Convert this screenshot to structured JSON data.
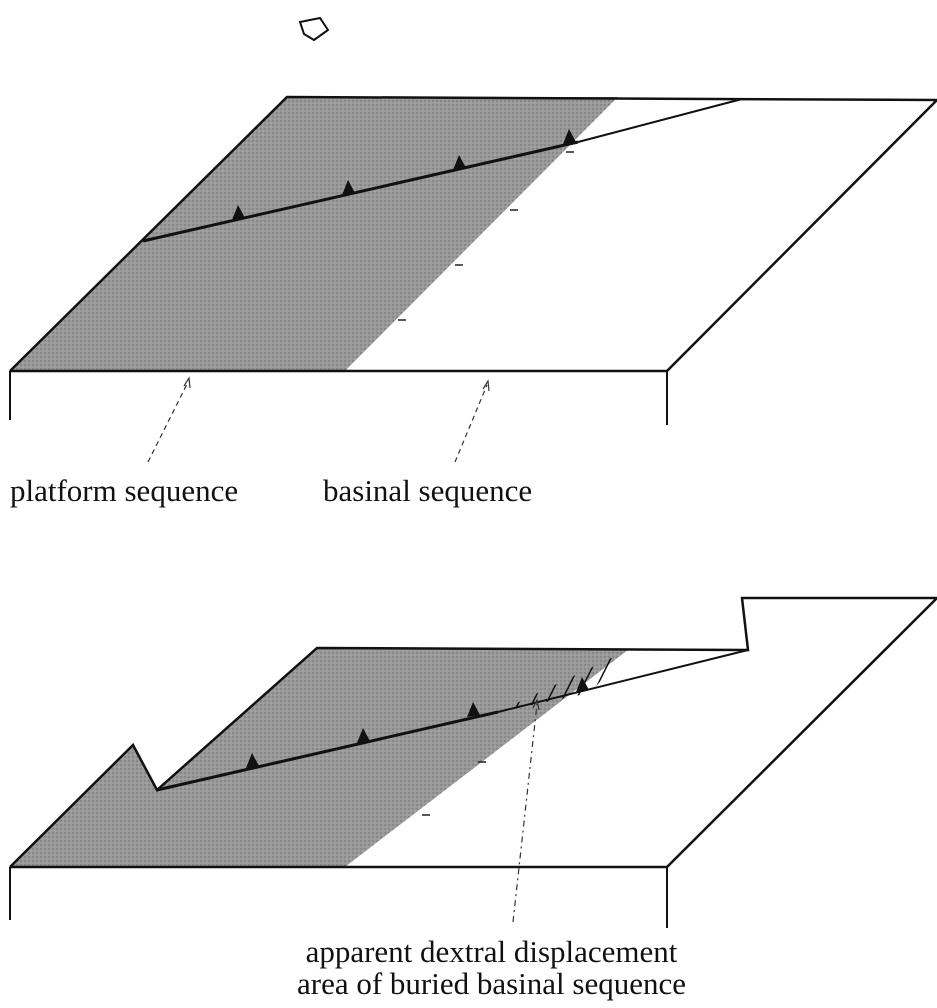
{
  "labels": {
    "platform": "platform sequence",
    "basinal": "basinal sequence",
    "apparent_displacement": "apparent dextral displacement",
    "buried_area": "area of buried basinal sequence"
  },
  "colors": {
    "platform_fill": "#8c8c8c",
    "basinal_fill": "#ffffff",
    "outline": "#111111"
  }
}
